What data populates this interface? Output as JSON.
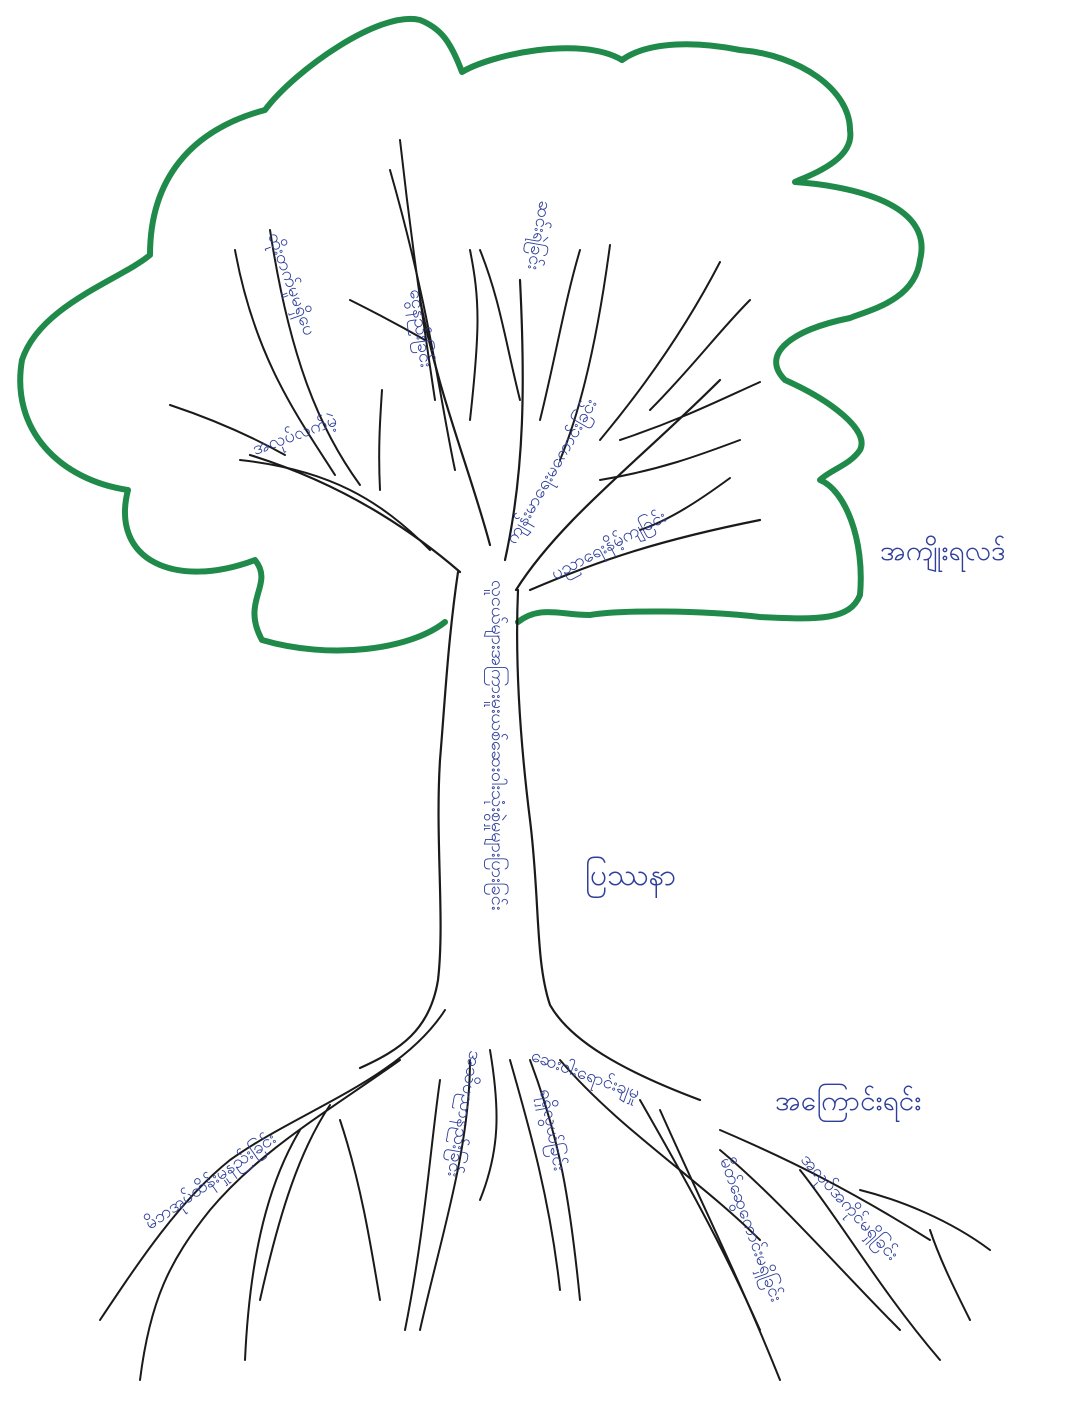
{
  "colors": {
    "paper": "#ffffff",
    "ink": "#1a1a1a",
    "canopy_outline": "#1f8a4a",
    "handwriting": "#2f3f9a"
  },
  "labels": {
    "canopy_side": "အကျိုးရလဒ်",
    "trunk_side": "ပြဿနာ",
    "roots_side": "အကြောင်းရင်း"
  },
  "branch_texts": [
    "တိုးတက်မှုမရှိပေ",
    "ငွေနည်းခြင်း",
    "ဆင်းရဲခြင်း",
    "ကျန်းမာရေးမကောင်းခြင်း",
    "ပညာရေးနိမ့်ကျခြင်း",
    "အလုပ်လက်မဲ့"
  ],
  "trunk_text": "လူငယ်များအကြားမူးယစ်ဆေးဝါးသုံးစွဲမှုများပြားခြင်း",
  "root_texts": [
    "မိဘအုပ်ထိန်းမှုနည်းခြင်း",
    "အသိပညာနည်းခြင်း",
    "ရရှိလွယ်ခြင်း",
    "ဆေးဝါးရောင်းချမှု",
    "မိတ်ဆွေကောင်းမရှိခြင်း",
    "အလုပ်အကိုင်မရှိခြင်း"
  ]
}
